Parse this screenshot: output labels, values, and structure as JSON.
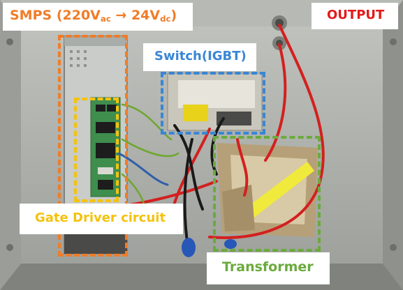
{
  "labels": {
    "smps": {
      "prefix": "SMPS (220V",
      "sub1": "ac",
      "mid": " → 24V",
      "sub2": "dc",
      "suffix": ")"
    },
    "output": "OUTPUT",
    "switch": "Switch(IGBT)",
    "gate_driver": "Gate Driver circuit",
    "transformer": "Transformer"
  },
  "colors": {
    "smps": "#f07c28",
    "output": "#e21a1a",
    "switch": "#3a86d4",
    "gate_driver": "#f4c20d",
    "transformer": "#6aab3c"
  }
}
